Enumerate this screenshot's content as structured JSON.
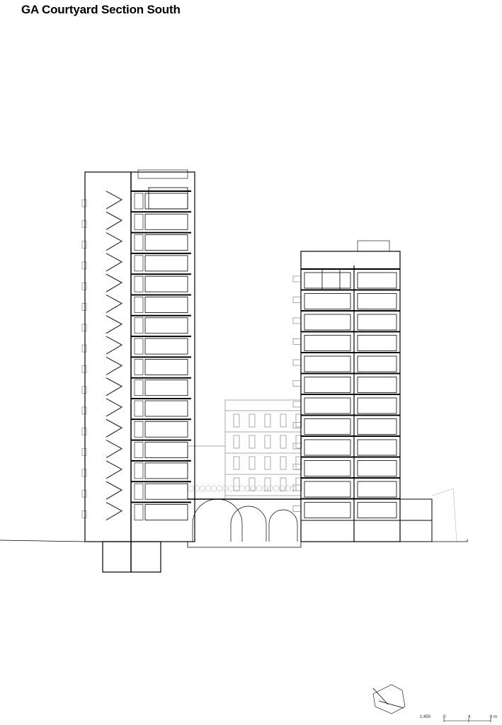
{
  "title": "GA Courtyard Section South",
  "scale": {
    "ratio": "1:400",
    "ticks": [
      "0",
      "4",
      "8 m"
    ]
  },
  "colors": {
    "line": "#000000",
    "light_line": "#9a9a9a"
  }
}
